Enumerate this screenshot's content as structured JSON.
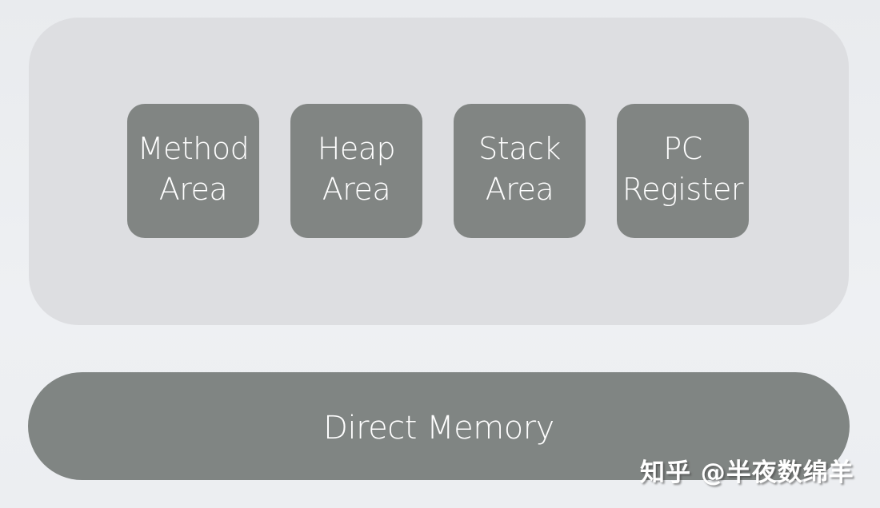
{
  "diagram": {
    "runtime_area": {
      "boxes": [
        {
          "line1": "Method",
          "line2": "Area"
        },
        {
          "line1": "Heap",
          "line2": "Area"
        },
        {
          "line1": "Stack",
          "line2": "Area"
        },
        {
          "line1": "PC",
          "line2": "Register"
        }
      ]
    },
    "direct_memory": {
      "label": "Direct Memory"
    },
    "watermark": "知乎 @半夜数绵羊"
  },
  "colors": {
    "background": "#eceef1",
    "container": "#dddee1",
    "box": "#818583",
    "text": "#ffffff"
  }
}
